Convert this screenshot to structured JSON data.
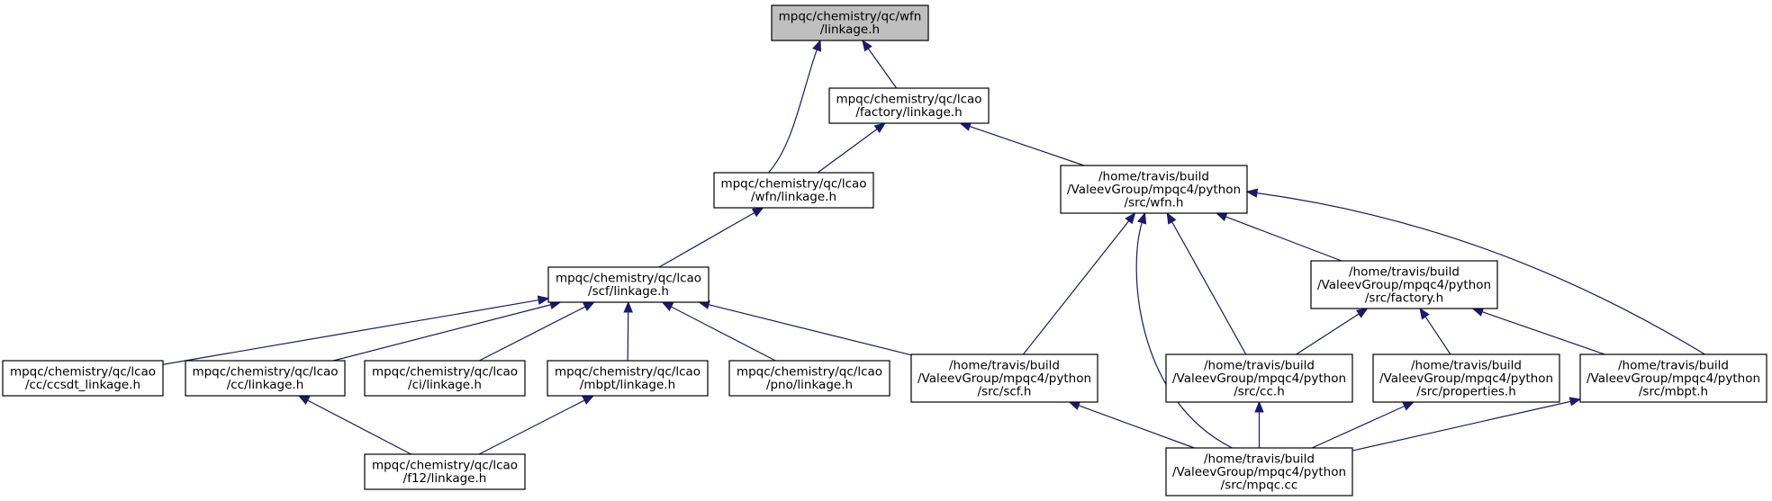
{
  "nodes": [
    {
      "id": "wfn_linkage",
      "lines": [
        "mpqc/chemistry/qc/wfn",
        "/linkage.h"
      ],
      "highlight": true
    },
    {
      "id": "lcao_factory_linkage",
      "lines": [
        "mpqc/chemistry/qc/lcao",
        "/factory/linkage.h"
      ]
    },
    {
      "id": "lcao_wfn_linkage",
      "lines": [
        "mpqc/chemistry/qc/lcao",
        "/wfn/linkage.h"
      ]
    },
    {
      "id": "py_wfn",
      "lines": [
        "/home/travis/build",
        "/ValeevGroup/mpqc4/python",
        "/src/wfn.h"
      ]
    },
    {
      "id": "lcao_scf_linkage",
      "lines": [
        "mpqc/chemistry/qc/lcao",
        "/scf/linkage.h"
      ]
    },
    {
      "id": "py_factory",
      "lines": [
        "/home/travis/build",
        "/ValeevGroup/mpqc4/python",
        "/src/factory.h"
      ]
    },
    {
      "id": "ccsdt_linkage",
      "lines": [
        "mpqc/chemistry/qc/lcao",
        "/cc/ccsdt_linkage.h"
      ]
    },
    {
      "id": "cc_linkage",
      "lines": [
        "mpqc/chemistry/qc/lcao",
        "/cc/linkage.h"
      ]
    },
    {
      "id": "ci_linkage",
      "lines": [
        "mpqc/chemistry/qc/lcao",
        "/ci/linkage.h"
      ]
    },
    {
      "id": "mbpt_linkage",
      "lines": [
        "mpqc/chemistry/qc/lcao",
        "/mbpt/linkage.h"
      ]
    },
    {
      "id": "pno_linkage",
      "lines": [
        "mpqc/chemistry/qc/lcao",
        "/pno/linkage.h"
      ]
    },
    {
      "id": "py_scf",
      "lines": [
        "/home/travis/build",
        "/ValeevGroup/mpqc4/python",
        "/src/scf.h"
      ]
    },
    {
      "id": "py_cc",
      "lines": [
        "/home/travis/build",
        "/ValeevGroup/mpqc4/python",
        "/src/cc.h"
      ]
    },
    {
      "id": "py_properties",
      "lines": [
        "/home/travis/build",
        "/ValeevGroup/mpqc4/python",
        "/src/properties.h"
      ]
    },
    {
      "id": "py_mbpt",
      "lines": [
        "/home/travis/build",
        "/ValeevGroup/mpqc4/python",
        "/src/mbpt.h"
      ]
    },
    {
      "id": "f12_linkage",
      "lines": [
        "mpqc/chemistry/qc/lcao",
        "/f12/linkage.h"
      ]
    },
    {
      "id": "py_mpqc",
      "lines": [
        "/home/travis/build",
        "/ValeevGroup/mpqc4/python",
        "/src/mpqc.cc"
      ]
    }
  ],
  "edges": [
    {
      "from": "lcao_factory_linkage",
      "to": "wfn_linkage"
    },
    {
      "from": "lcao_wfn_linkage",
      "to": "wfn_linkage"
    },
    {
      "from": "lcao_wfn_linkage",
      "to": "lcao_factory_linkage"
    },
    {
      "from": "py_wfn",
      "to": "lcao_factory_linkage"
    },
    {
      "from": "lcao_scf_linkage",
      "to": "lcao_wfn_linkage"
    },
    {
      "from": "ccsdt_linkage",
      "to": "lcao_scf_linkage"
    },
    {
      "from": "cc_linkage",
      "to": "lcao_scf_linkage"
    },
    {
      "from": "ci_linkage",
      "to": "lcao_scf_linkage"
    },
    {
      "from": "mbpt_linkage",
      "to": "lcao_scf_linkage"
    },
    {
      "from": "pno_linkage",
      "to": "lcao_scf_linkage"
    },
    {
      "from": "py_scf",
      "to": "lcao_scf_linkage"
    },
    {
      "from": "py_scf",
      "to": "py_wfn"
    },
    {
      "from": "py_mpqc",
      "to": "py_wfn"
    },
    {
      "from": "py_cc",
      "to": "py_wfn"
    },
    {
      "from": "py_factory",
      "to": "py_wfn"
    },
    {
      "from": "py_mbpt",
      "to": "py_wfn"
    },
    {
      "from": "py_cc",
      "to": "py_factory"
    },
    {
      "from": "py_properties",
      "to": "py_factory"
    },
    {
      "from": "py_mbpt",
      "to": "py_factory"
    },
    {
      "from": "f12_linkage",
      "to": "cc_linkage"
    },
    {
      "from": "f12_linkage",
      "to": "mbpt_linkage"
    },
    {
      "from": "py_mpqc",
      "to": "py_scf"
    },
    {
      "from": "py_mpqc",
      "to": "py_cc"
    },
    {
      "from": "py_mpqc",
      "to": "py_properties"
    },
    {
      "from": "py_mpqc",
      "to": "py_mbpt"
    }
  ],
  "colors": {
    "edge": "#191970",
    "highlight_fill": "#bfbfbf",
    "node_fill": "#ffffff",
    "border": "#000000"
  }
}
